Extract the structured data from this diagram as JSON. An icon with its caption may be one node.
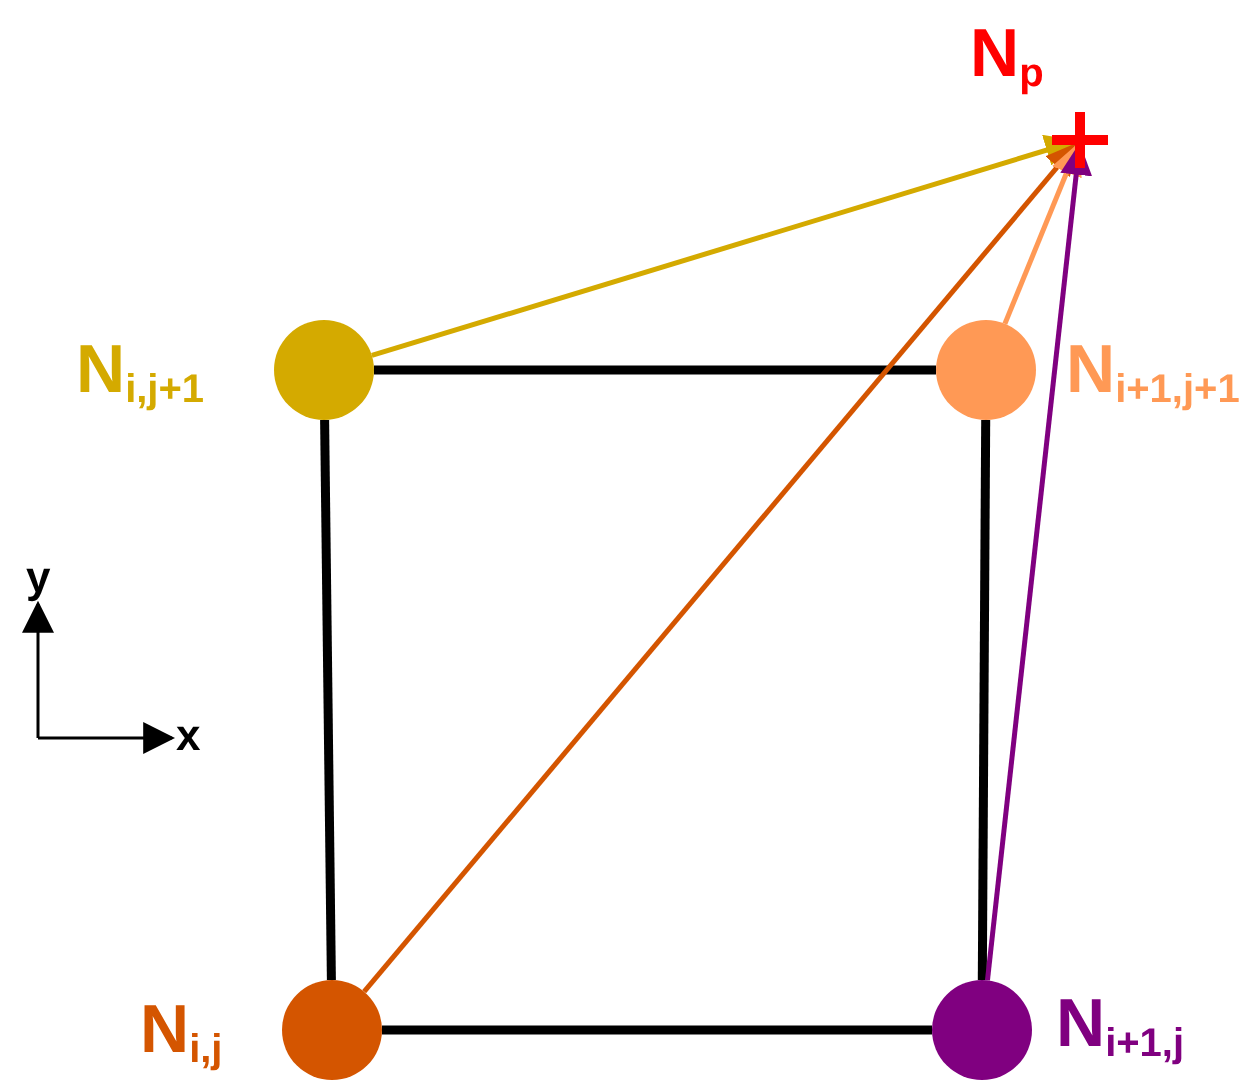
{
  "diagram": {
    "nodes": [
      {
        "text": [
          "N$_{p}$"
        ]
      },
      {
        "text": [
          "N$_{i,j+1}$"
        ]
      },
      {
        "text": [
          "N$_{i+1,j+1}$"
        ]
      },
      {
        "text": [
          "N$_{i,j}$"
        ]
      },
      {
        "text": [
          "N$_{i+1,j}$"
        ]
      }
    ],
    "edges": [
      {
        "from": 1,
        "to": 2,
        "arrow": "none",
        "color": "#000000",
        "style": "thick"
      },
      {
        "from": 2,
        "to": 4,
        "arrow": "none",
        "color": "#000000",
        "style": "thick"
      },
      {
        "from": 4,
        "to": 3,
        "arrow": "none",
        "color": "#000000",
        "style": "thick"
      },
      {
        "from": 3,
        "to": 1,
        "arrow": "none",
        "color": "#000000",
        "style": "thick"
      },
      {
        "from": 1,
        "to": 0,
        "arrow": "to",
        "color": "#d4aa00"
      },
      {
        "from": 3,
        "to": 0,
        "arrow": "to",
        "color": "#d45500"
      },
      {
        "from": 2,
        "to": 0,
        "arrow": "to",
        "color": "#ff9955"
      },
      {
        "from": 4,
        "to": 0,
        "arrow": "to",
        "color": "#800080"
      }
    ],
    "labels": [
      "y",
      "x"
    ]
  }
}
